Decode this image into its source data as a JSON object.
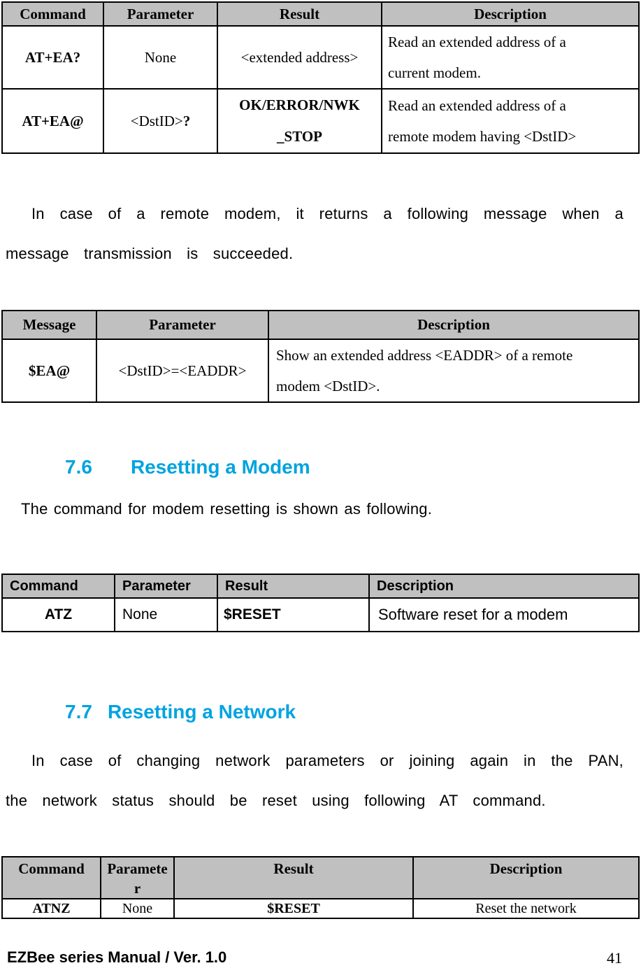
{
  "colors": {
    "heading_accent": "#00A3E0",
    "table_header_bg": "#C0C0C0"
  },
  "sections": {
    "s76": {
      "number": "7.6",
      "title": "Resetting a Modem"
    },
    "s77": {
      "number": "7.7",
      "title": "Resetting a Network"
    }
  },
  "paragraphs": {
    "remote_modem": "In case of a remote modem, it returns a following message when a message transmission is succeeded.",
    "modem_reset": "The command for modem resetting is shown as following.",
    "network_reset": "In case of changing network parameters or joining again in the PAN, the network status should be reset using following AT command."
  },
  "tables": {
    "ea_commands": {
      "headers": [
        "Command",
        "Parameter",
        "Result",
        "Description"
      ],
      "rows": [
        {
          "command": "AT+EA?",
          "parameter": "None",
          "parameter_bold": "",
          "result": "<extended address>",
          "description": "Read an extended address of a current modem."
        },
        {
          "command": "AT+EA@",
          "parameter": "<DstID>",
          "parameter_bold": "?",
          "result": "OK/ERROR/NWK _STOP",
          "description": "Read an extended address of a remote modem having <DstID>"
        }
      ]
    },
    "ea_message": {
      "headers": [
        "Message",
        "Parameter",
        "Description"
      ],
      "rows": [
        {
          "message": "$EA@",
          "parameter": "<DstID>=<EADDR>",
          "description": "Show an extended address <EADDR> of a remote modem <DstID>."
        }
      ]
    },
    "atz": {
      "headers": [
        "Command",
        "Parameter",
        "Result",
        "Description"
      ],
      "rows": [
        {
          "command": "ATZ",
          "parameter": "None",
          "result": "$RESET",
          "description": "Software reset for a modem"
        }
      ]
    },
    "atnz": {
      "headers": [
        "Command",
        "Parameter",
        "Result",
        "Description"
      ],
      "rows": [
        {
          "command": "ATNZ",
          "parameter": "None",
          "result": "$RESET",
          "description": "Reset the network"
        }
      ]
    }
  },
  "footer": {
    "manual_title": "EZBee series Manual / Ver. 1.0",
    "page_number": "41"
  }
}
